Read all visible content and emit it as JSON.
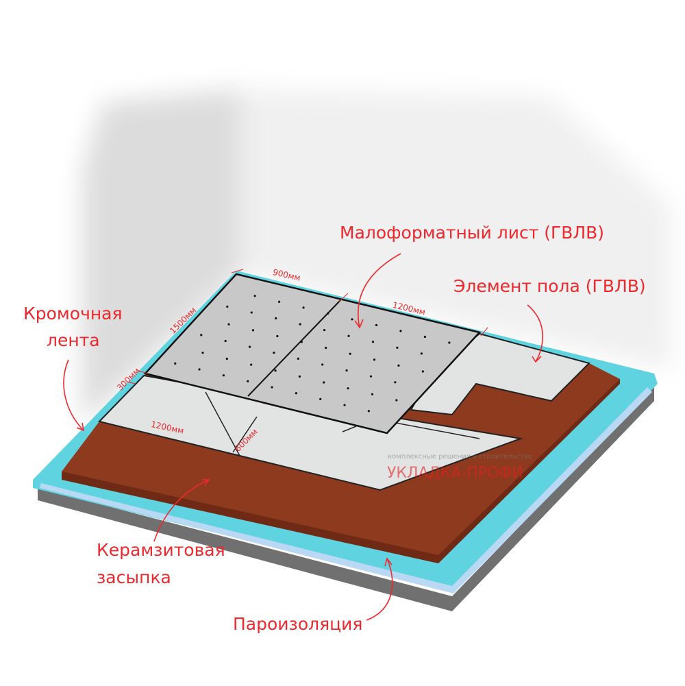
{
  "labels": {
    "small_sheet": "Малоформатный лист (ГВЛВ)",
    "floor_element": "Элемент пола (ГВЛВ)",
    "edge_tape_line1": "Кромочная",
    "edge_tape_line2": "лента",
    "clay_fill_line1": "Керамзитовая",
    "clay_fill_line2": "засыпка",
    "vapor_barrier": "Пароизоляция"
  },
  "dimensions": {
    "d900": "900мм",
    "d1200_top": "1200мм",
    "d1500": "1500мм",
    "d300": "300мм",
    "d1200_bottom": "1200мм",
    "d600": "600мм"
  },
  "watermark": {
    "tagline": "комплексные решения в строительстве",
    "brand": "УКЛАДКА-ПРОФИ"
  },
  "colors": {
    "label": "#f0282d",
    "vapor_barrier": "#5fd3e0",
    "clay_fill": "#8e3a1f",
    "sheet": "#c8c8c8",
    "element": "#e2e4e4"
  }
}
